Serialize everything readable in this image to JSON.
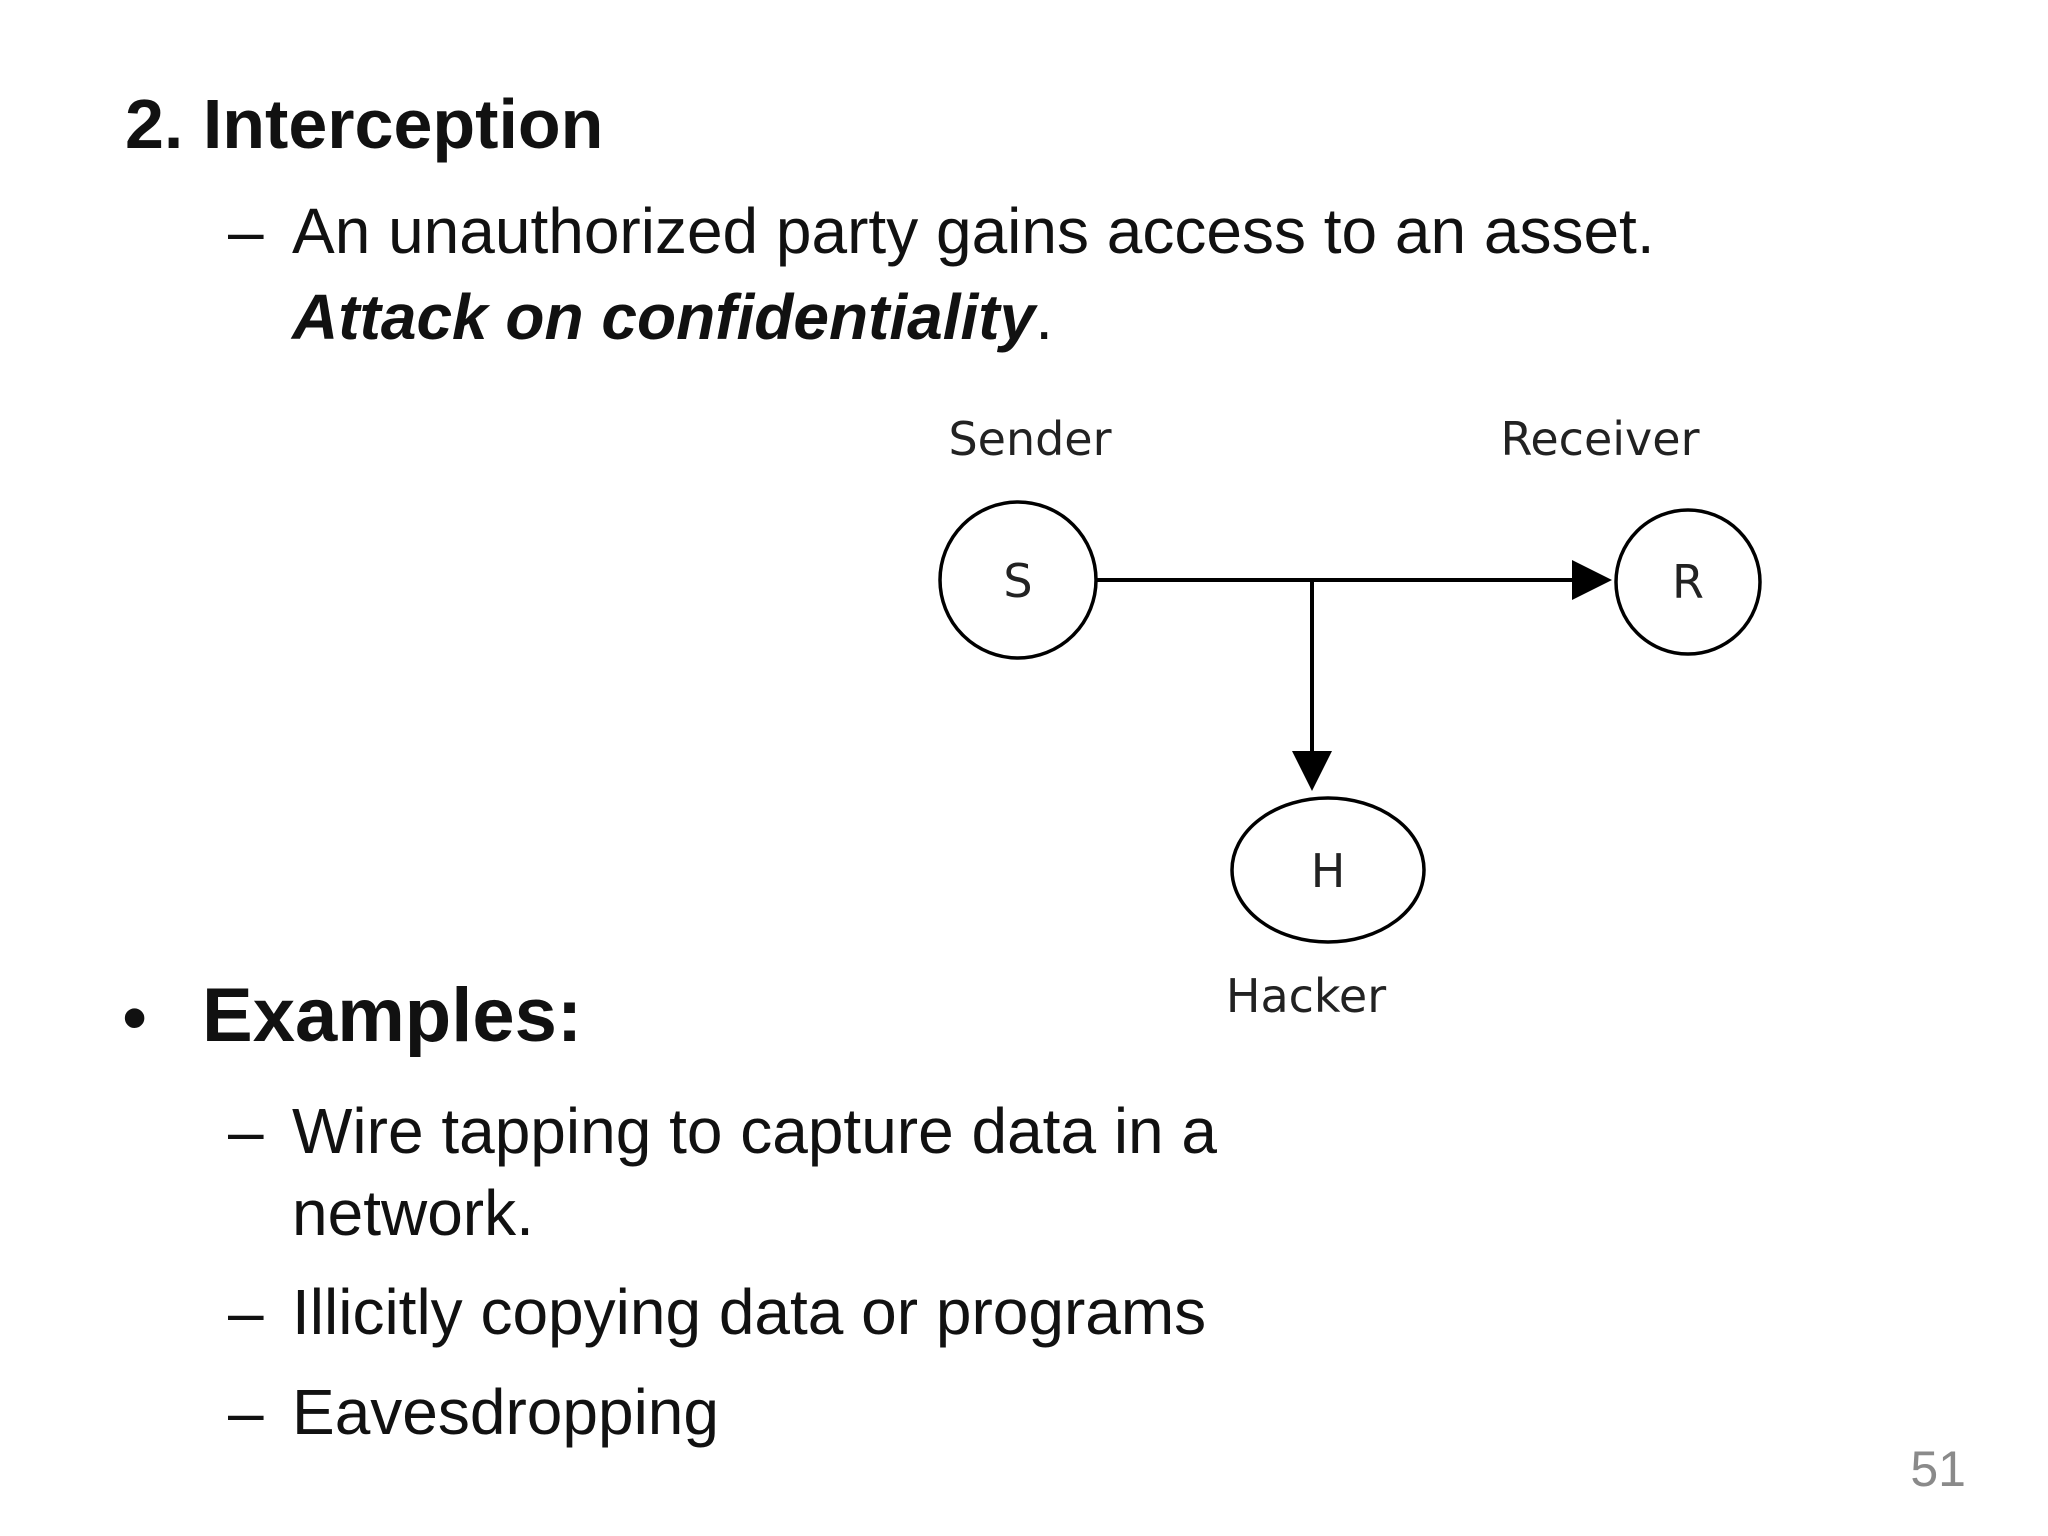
{
  "slide": {
    "title": "2. Interception",
    "intro_dash": "–",
    "intro_line1": "An unauthorized party gains access to an asset.",
    "intro_emphasis": "Attack on confidentiality",
    "intro_period": ".",
    "bullet_symbol": "•",
    "examples_heading": "Examples:",
    "examples": [
      {
        "dash": "–",
        "line1": "Wire tapping to capture data in a",
        "line2": "network."
      },
      {
        "dash": "–",
        "line1": "Illicitly copying data or programs"
      },
      {
        "dash": "–",
        "line1": "Eavesdropping"
      }
    ],
    "page_number": "51"
  },
  "diagram": {
    "nodes": [
      {
        "id": "S",
        "letter": "S",
        "label": "Sender"
      },
      {
        "id": "R",
        "letter": "R",
        "label": "Receiver"
      },
      {
        "id": "H",
        "letter": "H",
        "label": "Hacker"
      }
    ],
    "edges": [
      {
        "from": "S",
        "to": "R"
      },
      {
        "from": "S-R",
        "to": "H"
      }
    ]
  }
}
